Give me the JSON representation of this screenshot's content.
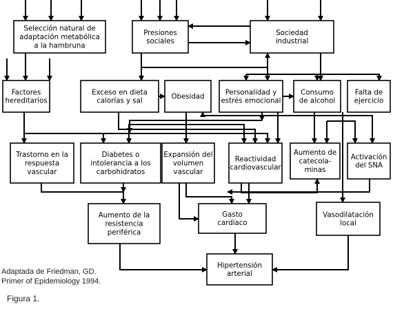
{
  "nodes": [
    {
      "id": "seleccion",
      "lines": [
        "Selección natural de",
        "adaptación metabólica",
        "a la hambruna"
      ]
    },
    {
      "id": "presiones",
      "lines": [
        "Presiones",
        "sociales"
      ]
    },
    {
      "id": "sociedad",
      "lines": [
        "Sociedad",
        "industrial"
      ]
    },
    {
      "id": "factores",
      "lines": [
        "Factores",
        "hereditarios"
      ]
    },
    {
      "id": "exceso",
      "lines": [
        "Exceso en dieta",
        "calorías y sal"
      ]
    },
    {
      "id": "obesidad",
      "lines": [
        "Obesidad"
      ]
    },
    {
      "id": "personalidad",
      "lines": [
        "Personalidad y",
        "estrés emocional"
      ]
    },
    {
      "id": "consumo",
      "lines": [
        "Consumo",
        "de alcohol"
      ]
    },
    {
      "id": "falta",
      "lines": [
        "Falta de",
        "ejercicio"
      ]
    },
    {
      "id": "trastorno",
      "lines": [
        "Trastorno en la",
        "respuesta",
        "vascular"
      ]
    },
    {
      "id": "diabetes",
      "lines": [
        "Diabetes o",
        "intolerancia a los",
        "carbohidratos"
      ]
    },
    {
      "id": "expansion",
      "lines": [
        "Expansión del",
        "volumen",
        "vascular"
      ]
    },
    {
      "id": "reactividad",
      "lines": [
        "Reactividad",
        "cardiovascular"
      ]
    },
    {
      "id": "aumento_cat",
      "lines": [
        "Aumento de",
        "catecola-",
        "minas"
      ]
    },
    {
      "id": "activacion",
      "lines": [
        "Activación",
        "del SNA"
      ]
    },
    {
      "id": "resistencia",
      "lines": [
        "Aumento de la",
        "resistencia",
        "periférica"
      ]
    },
    {
      "id": "gasto",
      "lines": [
        "Gasto",
        "cardiaco"
      ]
    },
    {
      "id": "vasodilatacion",
      "lines": [
        "Vasodilatación",
        "local"
      ]
    },
    {
      "id": "hipertension",
      "lines": [
        "Hipertensión",
        "arterial"
      ]
    }
  ],
  "source_note": [
    "Adaptada  de Friedman, GD.",
    "Primer of Epidemiology 1994."
  ],
  "figure_label": "Figura 1.",
  "colors": {
    "stroke": "#000000",
    "background": "#ffffff",
    "caption": "#222222"
  }
}
